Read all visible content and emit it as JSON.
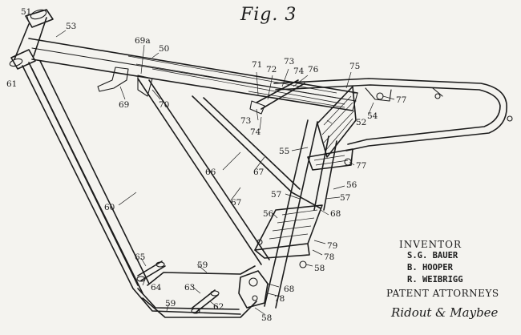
{
  "figure": {
    "title": "Fig. 3"
  },
  "labels": {
    "l51": "51",
    "l53": "53",
    "l61": "61",
    "l69a": "69a",
    "l50": "50",
    "l69": "69",
    "l70": "70",
    "l71": "71",
    "l72": "72",
    "l73a": "73",
    "l74a": "74",
    "l76": "76",
    "l75": "75",
    "l77a": "77",
    "l54": "54",
    "l73b": "73",
    "l74b": "74",
    "l52": "52",
    "l55": "55",
    "l77b": "77",
    "l66": "66",
    "l67a": "67",
    "l67b": "67",
    "l56a": "56",
    "l57a": "57",
    "l57b": "57",
    "l60": "60",
    "l56b": "56",
    "l68a": "68",
    "l79": "79",
    "l78a": "78",
    "l65": "65",
    "l59a": "59",
    "l58a": "58",
    "l64": "64",
    "l63": "63",
    "l68b": "68",
    "l62": "62",
    "l78b": "78",
    "l59b": "59",
    "l58b": "58"
  },
  "credits": {
    "inventor_heading": "INVENTOR",
    "inventors": [
      "S.G. BAUER",
      "B. HOOPER",
      "R. WEIBRIGG"
    ],
    "attorneys_heading": "PATENT ATTORNEYS",
    "firm": "Ridout & Maybee"
  }
}
